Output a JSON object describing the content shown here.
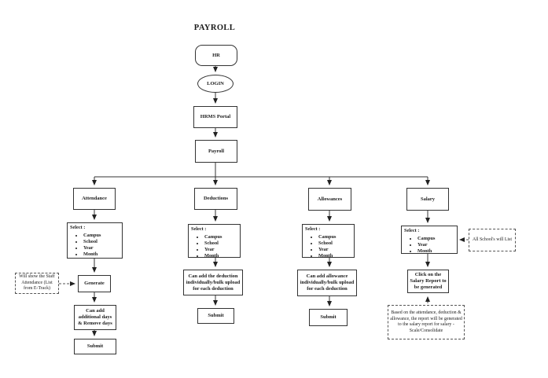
{
  "title": "PAYROLL",
  "flow": {
    "hr": "HR",
    "login": "LOGIN",
    "hrms_portal": "HRMS Portal",
    "payroll": "Payroll"
  },
  "columns": [
    {
      "header": "Attendance",
      "select_label": "Select :",
      "select_items": [
        "Campus",
        "School",
        "Year",
        "Month"
      ],
      "generate": "Generate",
      "can_add": "Can add additional days & Remove days",
      "submit": "Submit"
    },
    {
      "header": "Deductions",
      "select_label": "Select :",
      "select_items": [
        "Campus",
        "School",
        "Year",
        "Month"
      ],
      "can_add": "Can add the deduction individually/bulk upload for each deduction",
      "submit": "Submit"
    },
    {
      "header": "Allowances",
      "select_label": "Select :",
      "select_items": [
        "Campus",
        "School",
        "Year",
        "Month"
      ],
      "can_add": "Can add allowance individually/bulk upload for each deduction",
      "submit": "Submit"
    },
    {
      "header": "Salary",
      "select_label": "Select :",
      "select_items": [
        "Campus",
        "Year",
        "Month"
      ],
      "click_report": "Click on the Salary Report to be generated"
    }
  ],
  "notes": {
    "staff_attendance": "Will show the Staff Attendance (List from E-Track)",
    "all_schools": "All School's will List",
    "salary_report": "Based on the attendance, deduction & allowance, the report will be generated to the salary report for salary - Scale/Consolidate"
  },
  "colors": {
    "line": "#333333",
    "text": "#1a1a1a",
    "background": "#ffffff"
  }
}
